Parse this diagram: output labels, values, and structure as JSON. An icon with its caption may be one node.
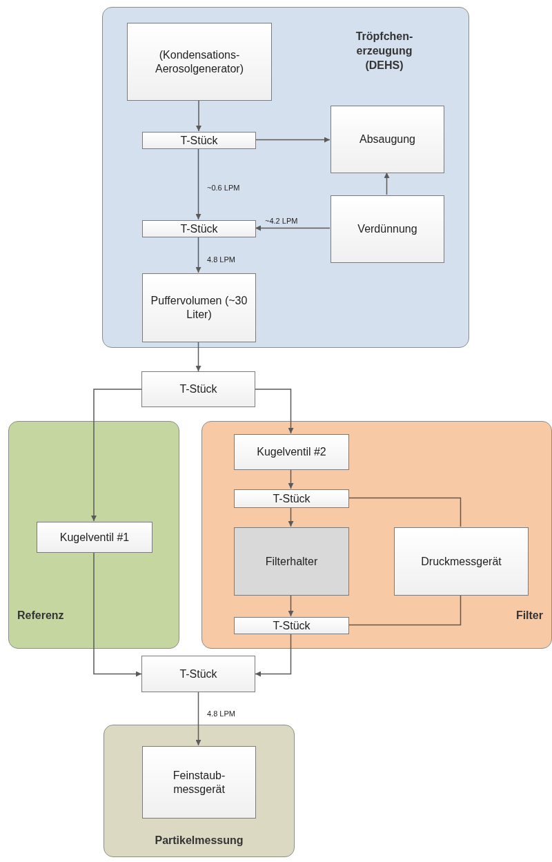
{
  "diagram": {
    "nodes": [
      {
        "text": [
          "Tröpfchen- erzeugung (DEHS)"
        ]
      },
      {
        "text": [
          "(Kondensations- Aerosolgenerator)"
        ],
        "in": 0
      },
      {
        "text": [
          "T-Stück"
        ],
        "in": 0
      },
      {
        "text": [
          "Absaugung"
        ],
        "in": 0
      },
      {
        "text": [
          "T-Stück"
        ],
        "in": 0
      },
      {
        "text": [
          "Verdünnung"
        ],
        "in": 0
      },
      {
        "text": [
          "Puffervolumen (~30 Liter)"
        ],
        "in": 0
      },
      {
        "text": [
          "T-Stück"
        ]
      },
      {
        "text": [
          "Referenz"
        ]
      },
      {
        "text": [
          "Kugelventil #1"
        ],
        "in": 8
      },
      {
        "text": [
          "Filter"
        ]
      },
      {
        "text": [
          "Kugelventil #2"
        ],
        "in": 10
      },
      {
        "text": [
          "T-Stück"
        ],
        "in": 10
      },
      {
        "text": [
          "Filterhalter"
        ],
        "in": 10
      },
      {
        "text": [
          "Druckmessgerät"
        ],
        "in": 10
      },
      {
        "text": [
          "T-Stück"
        ],
        "in": 10
      },
      {
        "text": [
          "T-Stück"
        ]
      },
      {
        "text": [
          "Partikelmessung"
        ]
      },
      {
        "text": [
          "Feinstaub- messgerät"
        ],
        "in": 17
      }
    ],
    "edges": [
      {
        "from": 1,
        "to": 2,
        "arrow": "to"
      },
      {
        "from": 2,
        "to": 3,
        "arrow": "to"
      },
      {
        "from": 2,
        "to": 4,
        "arrow": "to",
        "label": "~0.6 LPM"
      },
      {
        "from": 5,
        "to": 3,
        "arrow": "to"
      },
      {
        "from": 5,
        "to": 4,
        "arrow": "to",
        "label": "~4.2 LPM"
      },
      {
        "from": 4,
        "to": 6,
        "arrow": "to",
        "label": "4.8 LPM"
      },
      {
        "from": 6,
        "to": 7,
        "arrow": "to"
      },
      {
        "from": 7,
        "to": 9,
        "arrow": "to"
      },
      {
        "from": 7,
        "to": 11,
        "arrow": "to"
      },
      {
        "from": 11,
        "to": 12,
        "arrow": "to"
      },
      {
        "from": 12,
        "to": 13,
        "arrow": "to"
      },
      {
        "from": 12,
        "to": 14,
        "arrow": "none"
      },
      {
        "from": 13,
        "to": 15,
        "arrow": "to"
      },
      {
        "from": 14,
        "to": 15,
        "arrow": "none"
      },
      {
        "from": 9,
        "to": 16,
        "arrow": "to"
      },
      {
        "from": 15,
        "to": 16,
        "arrow": "to"
      },
      {
        "from": 16,
        "to": 18,
        "arrow": "to",
        "label": "4.8 LPM"
      }
    ]
  }
}
